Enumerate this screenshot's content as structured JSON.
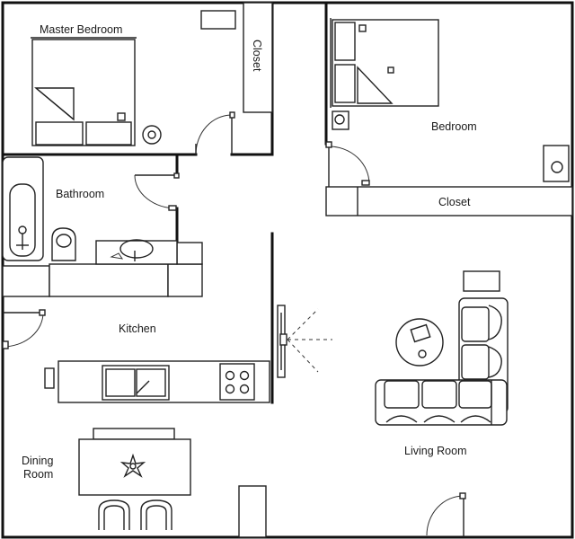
{
  "rooms": {
    "master_bedroom": "Master Bedroom",
    "closet_master": "Closet",
    "bedroom": "Bedroom",
    "closet_bedroom": "Closet",
    "bathroom": "Bathroom",
    "kitchen": "Kitchen",
    "dining_line1": "Dining",
    "dining_line2": "Room",
    "living_room": "Living Room"
  },
  "icons": [
    "bed-icon",
    "toilet-icon",
    "bathtub-icon",
    "sink-icon",
    "stove-icon",
    "sofa-icon",
    "tv-icon",
    "plant-icon",
    "chair-icon",
    "door-swing-icon",
    "lamp-icon",
    "side-table-icon"
  ],
  "colors": {
    "ink": "#111111",
    "background": "#ffffff"
  }
}
